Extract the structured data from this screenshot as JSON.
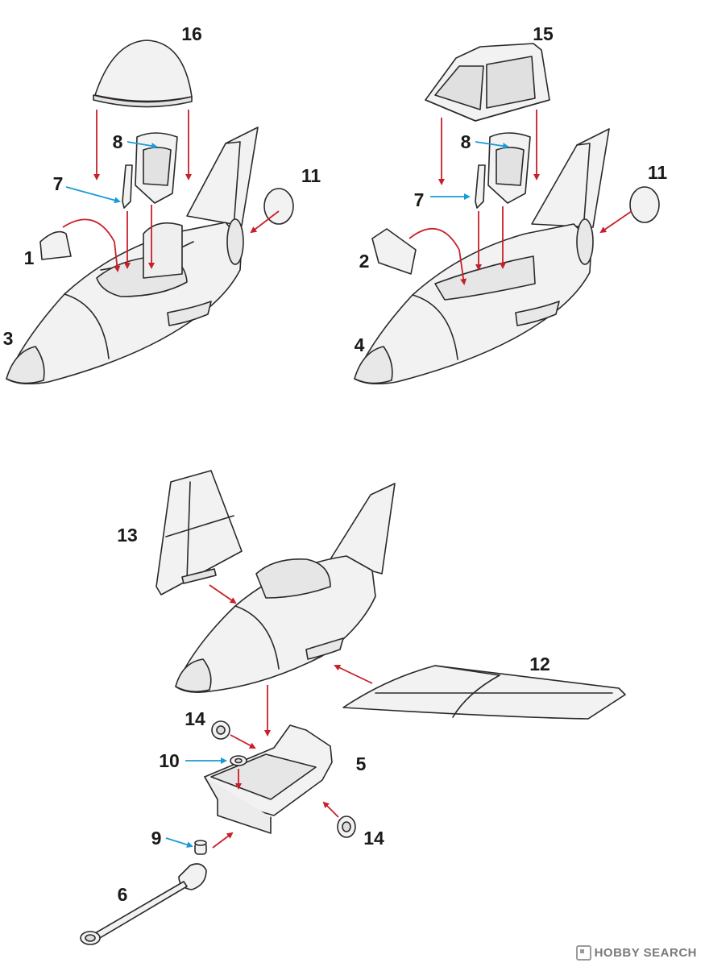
{
  "labels": {
    "l1": "1",
    "l2": "2",
    "l3": "3",
    "l4": "4",
    "l5": "5",
    "l6": "6",
    "l7a": "7",
    "l7b": "7",
    "l8a": "8",
    "l8b": "8",
    "l9": "9",
    "l10": "10",
    "l11a": "11",
    "l11b": "11",
    "l12": "12",
    "l13": "13",
    "l14a": "14",
    "l14b": "14",
    "l15": "15",
    "l16": "16"
  },
  "watermark": "HOBBY SEARCH",
  "colors": {
    "red_arrow": "#c8202a",
    "blue_arrow": "#1a9ad6",
    "part_fill": "#f2f2f2",
    "part_stroke": "#2a2a2a"
  }
}
